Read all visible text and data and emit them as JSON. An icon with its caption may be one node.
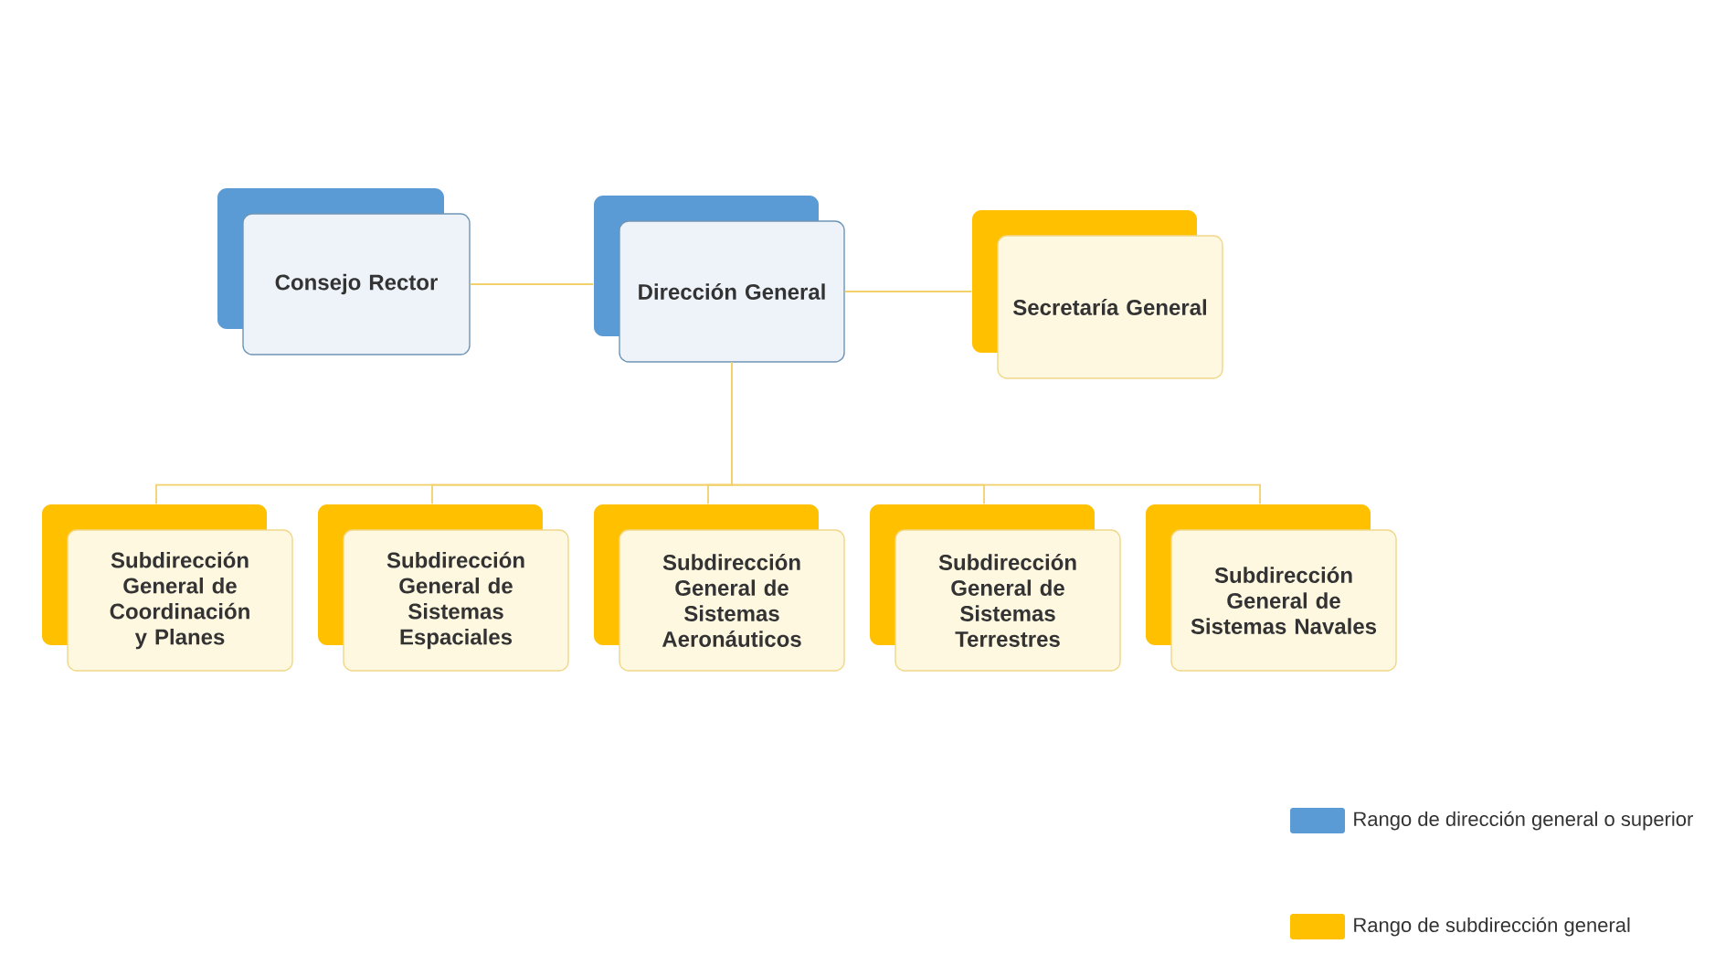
{
  "diagram": {
    "nodes": [
      {
        "text": [
          "Consejo Rector"
        ]
      },
      {
        "text": [
          "Dirección General"
        ]
      },
      {
        "text": [
          "Secretaría General"
        ]
      },
      {
        "text": [
          "Subdirección General de Coordinación y Planes"
        ]
      },
      {
        "text": [
          "Subdirección General de Sistemas Espaciales"
        ]
      },
      {
        "text": [
          "Subdirección General de Sistemas Aeronáuticos"
        ]
      },
      {
        "text": [
          "Subdirección General de Sistemas Terrestres"
        ]
      },
      {
        "text": [
          "Subdirección General de Sistemas Navales"
        ]
      }
    ],
    "edges": [
      {
        "from": 0,
        "to": 1,
        "arrow": "none"
      },
      {
        "from": 1,
        "to": 2,
        "arrow": "none"
      },
      {
        "from": 1,
        "to": 3,
        "arrow": "none"
      },
      {
        "from": 1,
        "to": 4,
        "arrow": "none"
      },
      {
        "from": 1,
        "to": 5,
        "arrow": "none"
      },
      {
        "from": 1,
        "to": 6,
        "arrow": "none"
      },
      {
        "from": 1,
        "to": 7,
        "arrow": "none"
      }
    ],
    "legend": [
      {
        "text": "Rango de dirección general o superior",
        "color": "#5b9bd5"
      },
      {
        "text": "Rango de subdirección general",
        "color": "#ffc000"
      }
    ]
  }
}
